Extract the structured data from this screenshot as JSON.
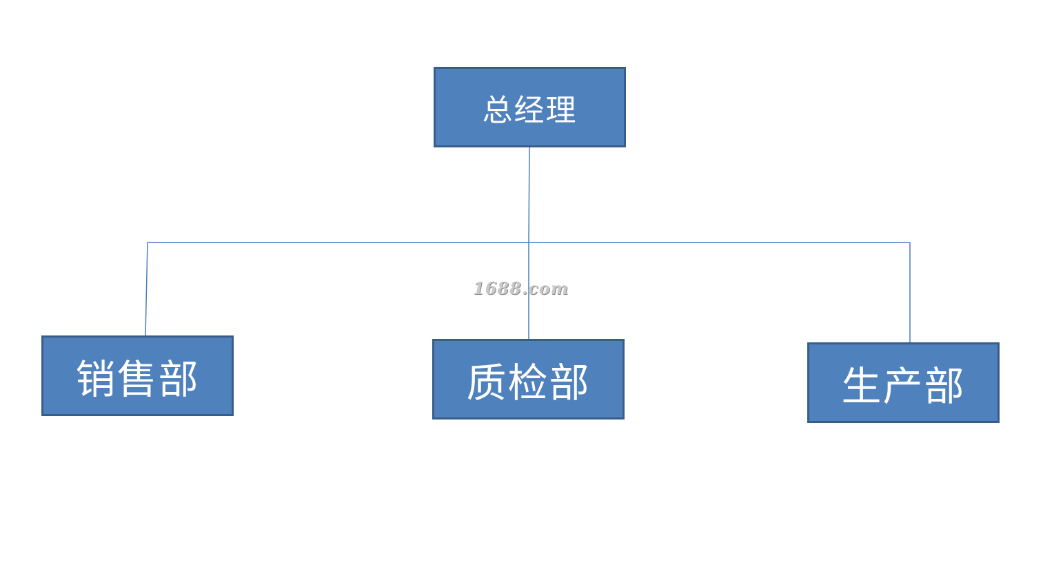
{
  "diagram": {
    "type": "org-chart",
    "root": {
      "label": "总经理"
    },
    "children": [
      {
        "id": "sales",
        "label": "销售部"
      },
      {
        "id": "qc",
        "label": "质检部"
      },
      {
        "id": "prod",
        "label": "生产部"
      }
    ],
    "colors": {
      "node_fill": "#4f81bd",
      "node_border": "#385d8a",
      "connector": "#4a7ebb",
      "text": "#ffffff"
    }
  },
  "watermark": {
    "text": "1688.com"
  }
}
